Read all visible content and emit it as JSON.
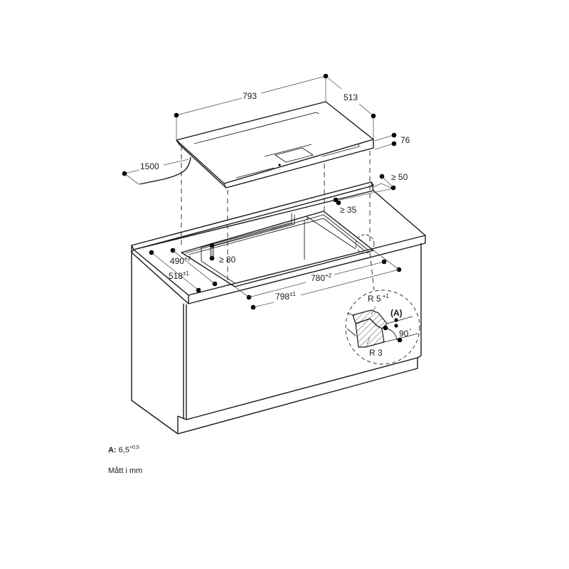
{
  "diagram": {
    "type": "installation-drawing",
    "subject": "Induction cooktop flush/surface mount cut-out",
    "hob": {
      "width": {
        "value": "793",
        "sup": ""
      },
      "depth": {
        "value": "513",
        "sup": ""
      },
      "height": {
        "value": "76",
        "sup": ""
      },
      "cable_length": {
        "value": "1500",
        "sup": ""
      }
    },
    "worktop": {
      "rear_clearance": {
        "value": "≥ 50",
        "sup": ""
      },
      "side_clearance": {
        "value": "≥ 35",
        "sup": ""
      },
      "front_clearance": {
        "value": "≥ 80",
        "sup": ""
      },
      "cutout_inner_depth": {
        "value": "490",
        "sup": "+2"
      },
      "cutout_outer_depth": {
        "value": "518",
        "sup": "±1"
      },
      "cutout_inner_width": {
        "value": "780",
        "sup": "+2"
      },
      "cutout_outer_width": {
        "value": "798",
        "sup": "±1"
      }
    },
    "detail": {
      "upper_radius": {
        "value": "R 5",
        "sup": "+1"
      },
      "lower_radius": {
        "value": "R 3",
        "sup": ""
      },
      "angle": {
        "value": "90",
        "sup": "°"
      },
      "marker": "(A)"
    }
  },
  "notes": {
    "a_label": "A:",
    "a_value": "6,5",
    "a_sup": "+0,5",
    "units": "Mått i mm"
  },
  "colors": {
    "line": "#1a1a1a",
    "background": "#ffffff"
  }
}
